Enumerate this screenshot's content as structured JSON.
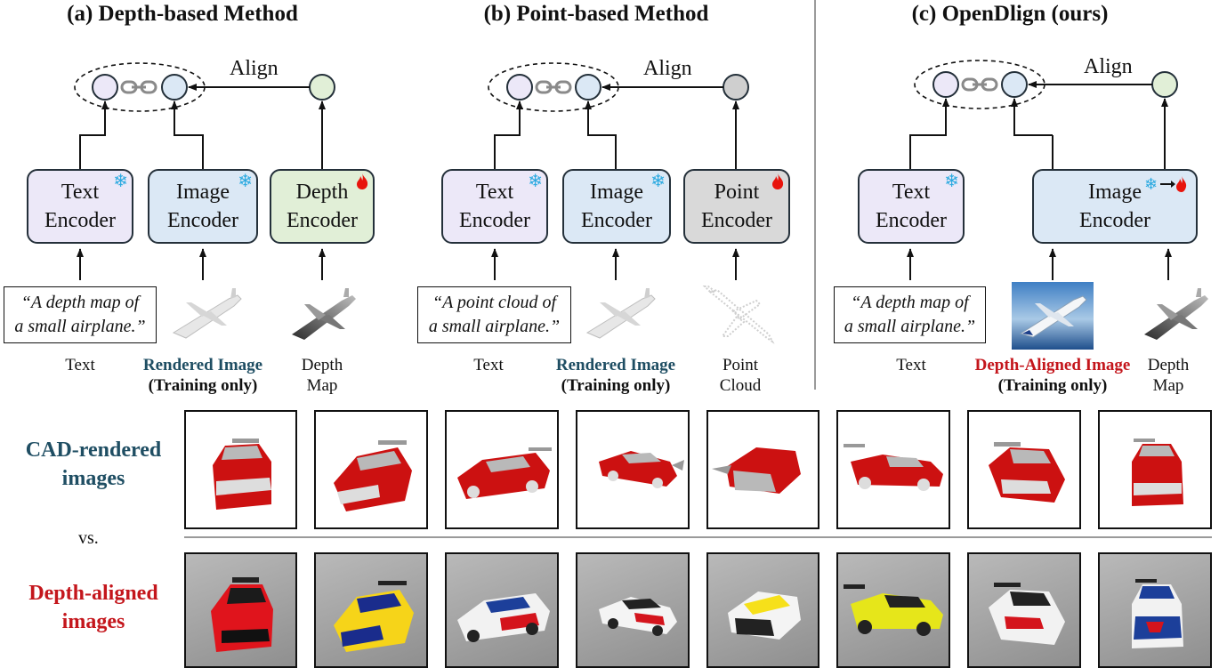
{
  "panels": [
    {
      "title": "(a) Depth-based Method",
      "align_label": "Align",
      "encoders": [
        {
          "line1": "Text",
          "line2": "Encoder",
          "badge": "snowflake"
        },
        {
          "line1": "Image",
          "line2": "Encoder",
          "badge": "snowflake"
        },
        {
          "line1": "Depth",
          "line2": "Encoder",
          "badge": "flame"
        }
      ],
      "caption_line1": "“A depth map of",
      "caption_line2": "a small airplane.”",
      "input_labels": [
        {
          "line1": "Text",
          "line2": ""
        },
        {
          "line1": "Rendered Image",
          "line2": "(Training only)"
        },
        {
          "line1": "Depth",
          "line2": "Map"
        }
      ]
    },
    {
      "title": "(b) Point-based Method",
      "align_label": "Align",
      "encoders": [
        {
          "line1": "Text",
          "line2": "Encoder",
          "badge": "snowflake"
        },
        {
          "line1": "Image",
          "line2": "Encoder",
          "badge": "snowflake"
        },
        {
          "line1": "Point",
          "line2": "Encoder",
          "badge": "flame"
        }
      ],
      "caption_line1": "“A point cloud of",
      "caption_line2": "a small airplane.”",
      "input_labels": [
        {
          "line1": "Text",
          "line2": ""
        },
        {
          "line1": "Rendered Image",
          "line2": "(Training only)"
        },
        {
          "line1": "Point",
          "line2": "Cloud"
        }
      ]
    },
    {
      "title": "(c) OpenDlign (ours)",
      "align_label": "Align",
      "encoders": [
        {
          "line1": "Text",
          "line2": "Encoder",
          "badge": "snowflake"
        },
        {
          "line1": "Image",
          "line2": "Encoder",
          "badge": "snowflake-to-flame"
        }
      ],
      "caption_line1": "“A depth map of",
      "caption_line2": "a small airplane.”",
      "input_labels": [
        {
          "line1": "Text",
          "line2": ""
        },
        {
          "line1": "Depth-Aligned Image",
          "line2": "(Training only)"
        },
        {
          "line1": "Depth",
          "line2": "Map"
        }
      ]
    }
  ],
  "rows": {
    "cad_label_line1": "CAD-rendered",
    "cad_label_line2": "images",
    "vs": "vs.",
    "aligned_label_line1": "Depth-aligned",
    "aligned_label_line2": "images"
  },
  "colors": {
    "teal_label": "#1f4e63",
    "red_label": "#c4161c",
    "text_encoder": "#ece8f8",
    "image_encoder": "#dbe8f5",
    "depth_encoder": "#e1efd7",
    "point_encoder": "#d9d9d9",
    "car_red": "#cc1111"
  },
  "icons": [
    "snowflake-icon",
    "flame-icon",
    "chain-link-icon",
    "airplane-icon",
    "race-car-icon"
  ]
}
